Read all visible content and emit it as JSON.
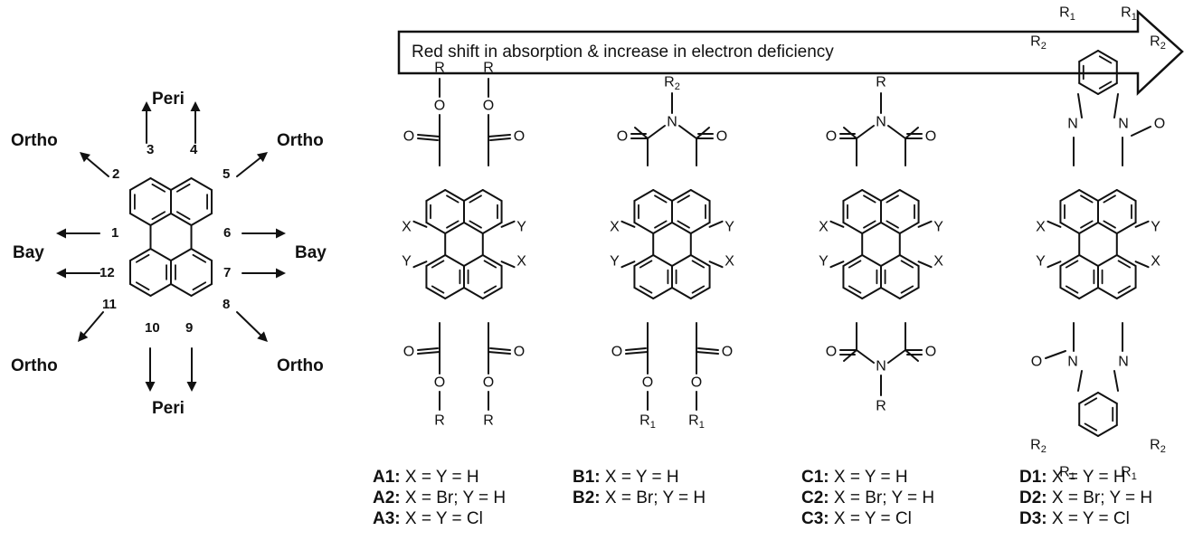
{
  "banner": "Red shift in absorption & increase in electron deficiency",
  "positions": {
    "peri": "Peri",
    "ortho": "Ortho",
    "bay": "Bay",
    "numbers": [
      "1",
      "2",
      "3",
      "4",
      "5",
      "6",
      "7",
      "8",
      "9",
      "10",
      "11",
      "12"
    ]
  },
  "atoms": {
    "R": "R",
    "R1": "R",
    "R2": "R",
    "sub1": "1",
    "sub2": "2",
    "O": "O",
    "N": "N",
    "X": "X",
    "Y": "Y"
  },
  "compounds": [
    {
      "id": "A",
      "lines": [
        {
          "code": "A1:",
          "text": " X = Y = H"
        },
        {
          "code": "A2:",
          "text": " X = Br; Y = H"
        },
        {
          "code": "A3:",
          "text": " X = Y = Cl"
        }
      ]
    },
    {
      "id": "B",
      "lines": [
        {
          "code": "B1:",
          "text": " X = Y = H"
        },
        {
          "code": "B2:",
          "text": " X = Br; Y = H"
        }
      ]
    },
    {
      "id": "C",
      "lines": [
        {
          "code": "C1:",
          "text": " X = Y = H"
        },
        {
          "code": "C2:",
          "text": " X = Br; Y = H"
        },
        {
          "code": "C3:",
          "text": " X = Y = Cl"
        }
      ]
    },
    {
      "id": "D",
      "lines": [
        {
          "code": "D1:",
          "text": " X = Y = H"
        },
        {
          "code": "D2:",
          "text": " X = Br; Y = H"
        },
        {
          "code": "D3:",
          "text": " X = Y = Cl"
        }
      ]
    }
  ]
}
